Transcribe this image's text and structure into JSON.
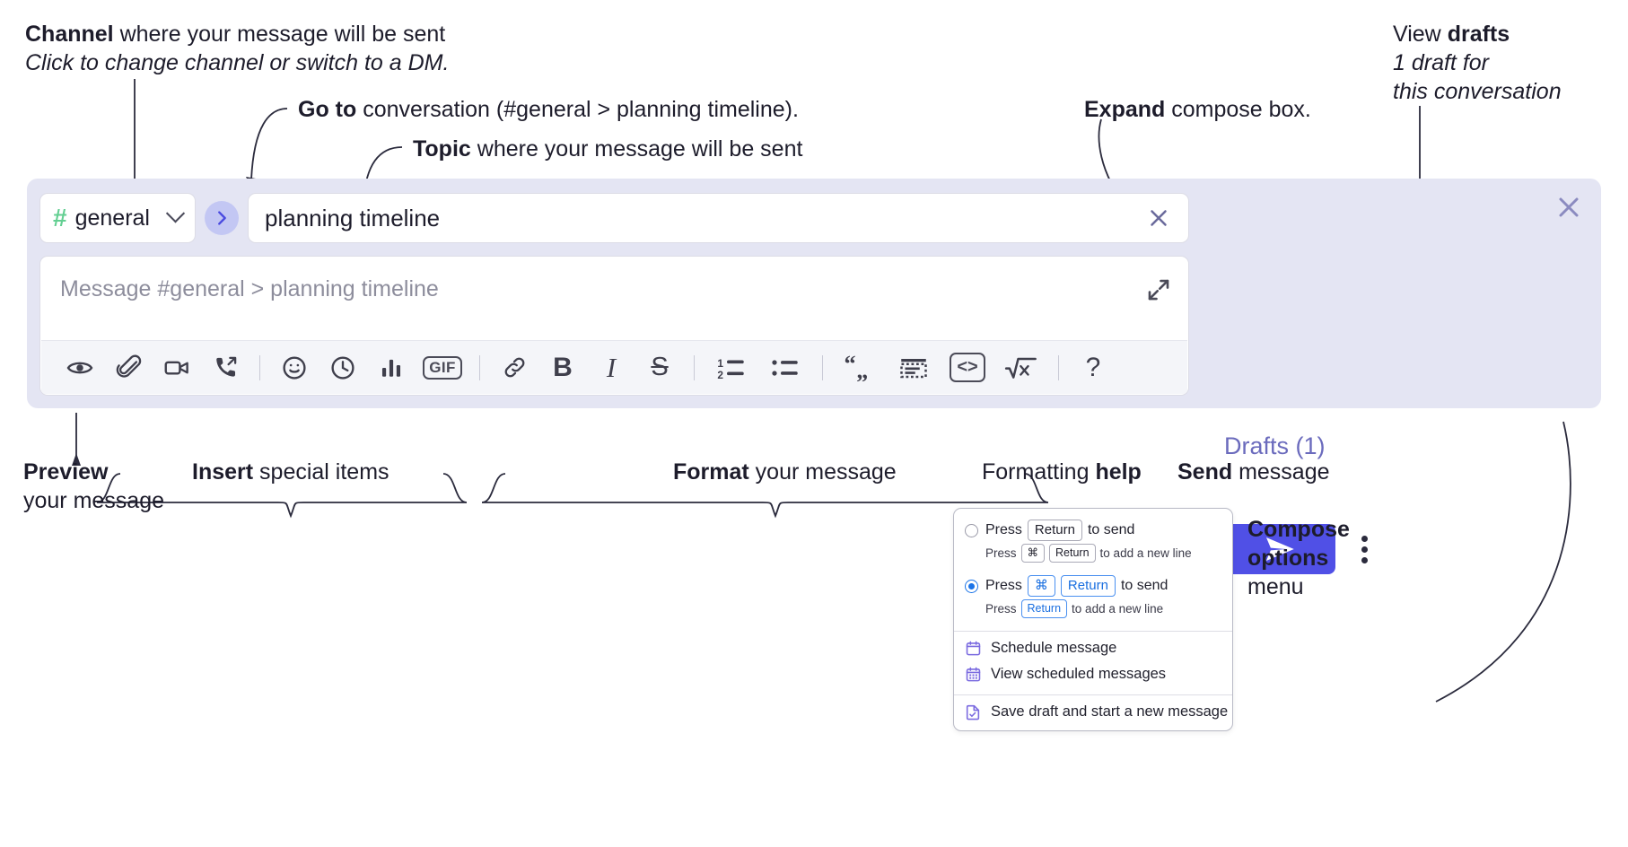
{
  "annotations": {
    "channel": {
      "bold": "Channel",
      "rest": " where your message will be sent",
      "italic": "Click to change channel or switch to a DM."
    },
    "goto": {
      "bold": "Go to",
      "rest": " conversation (#general > planning timeline)."
    },
    "topic": {
      "bold": "Topic",
      "rest": " where your message will be sent"
    },
    "expand": {
      "bold": "Expand",
      "rest": " compose box."
    },
    "drafts": {
      "pre": "View ",
      "bold": "drafts",
      "line2": "1 draft for",
      "line3": "this conversation"
    },
    "preview": {
      "bold": "Preview",
      "line2": "your message"
    },
    "insert": {
      "bold": "Insert",
      "rest": " special items"
    },
    "format": {
      "bold": "Format",
      "rest": " your message"
    },
    "formatting_help": {
      "pre": "Formatting ",
      "bold": "help"
    },
    "send": {
      "bold": "Send",
      "rest": " message"
    },
    "compose_options": {
      "bold_line1": "Compose",
      "bold_line2": "options",
      "line3": "menu"
    }
  },
  "compose": {
    "channel": {
      "hash": "#",
      "name": "general"
    },
    "goto_icon": "chevron-right-icon",
    "topic": {
      "value": "planning timeline",
      "clear_icon": "close-icon"
    },
    "message": {
      "placeholder": "Message #general > planning timeline",
      "expand_icon": "expand-icon"
    },
    "drafts_label": "Drafts (1)",
    "send_icon": "send-icon",
    "kebab_icon": "more-vertical-icon",
    "close_icon": "close-icon",
    "toolbar": [
      {
        "name": "preview-button",
        "icon": "eye-icon",
        "label": ""
      },
      {
        "name": "attach-button",
        "icon": "paperclip-icon",
        "label": ""
      },
      {
        "name": "video-clip-button",
        "icon": "video-camera-icon",
        "label": ""
      },
      {
        "name": "audio-clip-button",
        "icon": "phone-arrow-icon",
        "label": ""
      },
      {
        "name": "divider-1",
        "icon": "divider",
        "label": ""
      },
      {
        "name": "emoji-button",
        "icon": "smiley-icon",
        "label": ""
      },
      {
        "name": "reminder-button",
        "icon": "clock-icon",
        "label": ""
      },
      {
        "name": "poll-button",
        "icon": "bar-chart-icon",
        "label": ""
      },
      {
        "name": "gif-button",
        "icon": "gif-icon",
        "label": "GIF"
      },
      {
        "name": "divider-2",
        "icon": "divider",
        "label": ""
      },
      {
        "name": "link-button",
        "icon": "link-icon",
        "label": ""
      },
      {
        "name": "bold-button",
        "icon": "bold-icon",
        "label": "B"
      },
      {
        "name": "italic-button",
        "icon": "italic-icon",
        "label": "I"
      },
      {
        "name": "strikethrough-button",
        "icon": "strikethrough-icon",
        "label": "S"
      },
      {
        "name": "divider-3",
        "icon": "divider",
        "label": ""
      },
      {
        "name": "ordered-list-button",
        "icon": "ordered-list-icon",
        "label": ""
      },
      {
        "name": "bulleted-list-button",
        "icon": "bulleted-list-icon",
        "label": ""
      },
      {
        "name": "divider-4",
        "icon": "divider",
        "label": ""
      },
      {
        "name": "blockquote-button",
        "icon": "quote-icon",
        "label": ""
      },
      {
        "name": "code-block-button",
        "icon": "code-block-icon",
        "label": ""
      },
      {
        "name": "inline-code-button",
        "icon": "inline-code-icon",
        "label": "<>"
      },
      {
        "name": "latex-button",
        "icon": "square-root-icon",
        "label": ""
      },
      {
        "name": "divider-5",
        "icon": "divider",
        "label": ""
      },
      {
        "name": "formatting-help-button",
        "icon": "question-icon",
        "label": "?"
      }
    ]
  },
  "options_menu": {
    "radio_options": [
      {
        "selected": false,
        "main_pre": "Press",
        "main_keys": [
          "Return"
        ],
        "main_post": "to send",
        "sub_pre": "Press",
        "sub_keys": [
          "⌘",
          "Return"
        ],
        "sub_post": "to add a new line"
      },
      {
        "selected": true,
        "main_pre": "Press",
        "main_keys": [
          "⌘",
          "Return"
        ],
        "main_post": "to send",
        "sub_pre": "Press",
        "sub_keys": [
          "Return"
        ],
        "sub_post": "to add a new line"
      }
    ],
    "items": [
      {
        "icon": "calendar-icon",
        "label": "Schedule message"
      },
      {
        "icon": "calendar-grid-icon",
        "label": "View scheduled messages"
      },
      {
        "icon": "save-draft-icon",
        "label": "Save draft and start a new message"
      }
    ]
  },
  "colors": {
    "panel_bg": "#e4e5f3",
    "accent_send": "#5050e6",
    "hash_green": "#63cf92",
    "drafts_purple": "#6b6bbd",
    "goto_circle": "#c3c7f3",
    "menu_icon_purple": "#7b6be0",
    "radio_blue": "#1a73e8"
  }
}
